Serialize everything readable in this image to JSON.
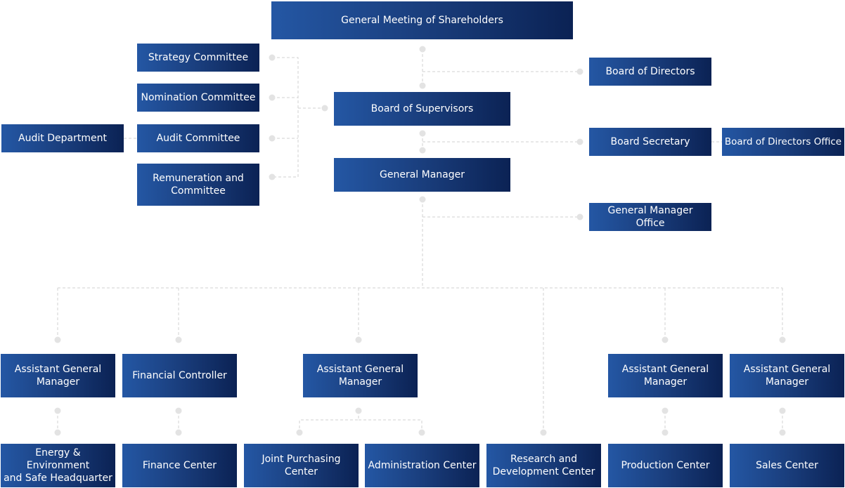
{
  "nodes": {
    "shareholders": "General Meeting of Shareholders",
    "board_directors": "Board of Directors",
    "board_supervisors": "Board of Supervisors",
    "strategy_committee": "Strategy Committee",
    "nomination_committee": "Nomination Committee",
    "audit_committee": "Audit Committee",
    "audit_department": "Audit Department",
    "remuneration_committee": "Remuneration and\nCommittee",
    "board_secretary": "Board Secretary",
    "board_directors_office": "Board of Directors Office",
    "general_manager": "General Manager",
    "gm_office": "General Manager Office",
    "agm_1": "Assistant General\nManager",
    "financial_controller": "Financial Controller",
    "agm_2": "Assistant General\nManager",
    "agm_3": "Assistant General\nManager",
    "agm_4": "Assistant General\nManager",
    "energy_hq": "Energy & Environment\nand Safe Headquarter",
    "finance_center": "Finance Center",
    "joint_purchasing": "Joint Purchasing\nCenter",
    "administration_center": "Administration Center",
    "rd_center": "Research and\nDevelopment Center",
    "production_center": "Production Center",
    "sales_center": "Sales Center"
  }
}
